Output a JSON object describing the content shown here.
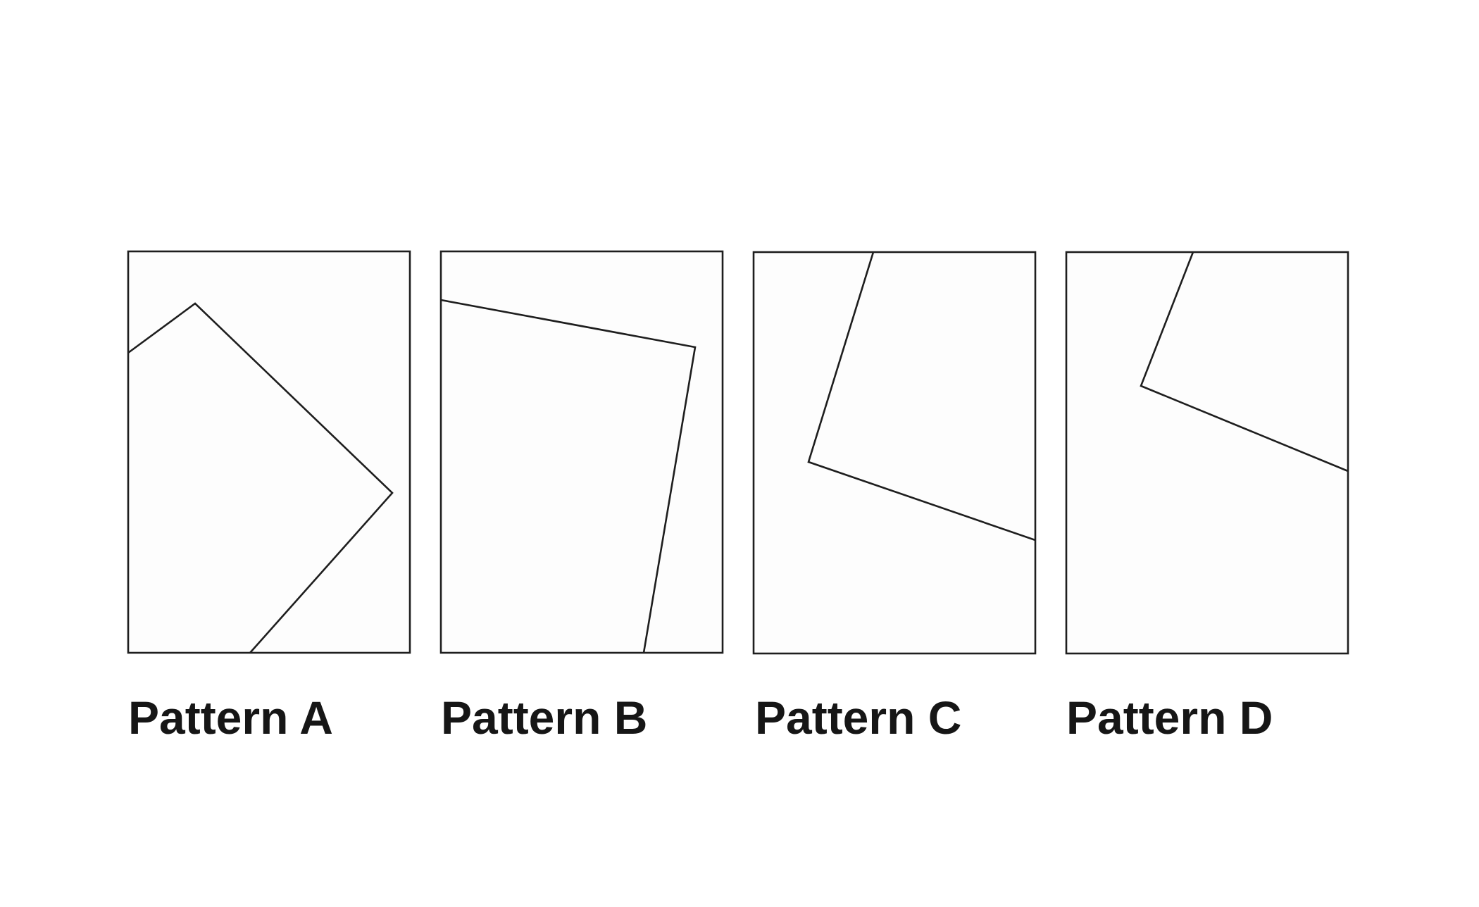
{
  "patterns": [
    {
      "label": "Pattern A"
    },
    {
      "label": "Pattern B"
    },
    {
      "label": "Pattern C"
    },
    {
      "label": "Pattern D"
    }
  ],
  "colors": {
    "background": "#ffffff",
    "panel_fill": "#fdfdfd",
    "line": "#1e1e1e",
    "text": "#161616"
  }
}
